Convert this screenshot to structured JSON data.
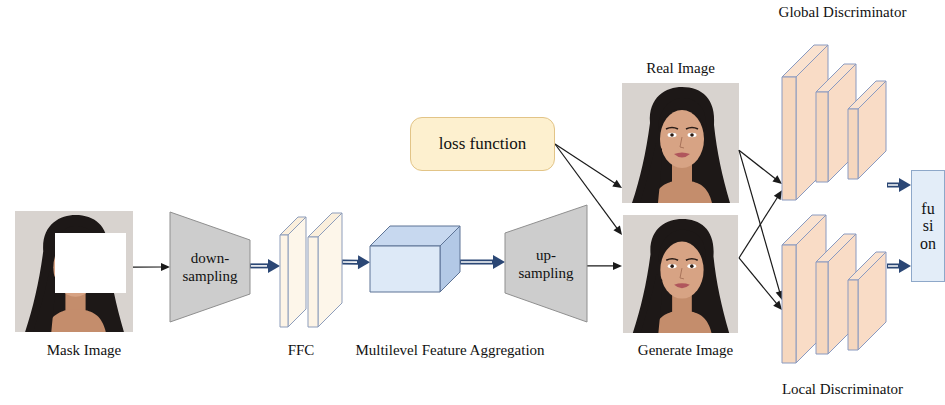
{
  "diagram": {
    "nodes": [
      {
        "text": [
          "Mask Image"
        ]
      },
      {
        "text": [
          "down- sampling"
        ]
      },
      {
        "text": [
          "FFC"
        ]
      },
      {
        "text": [
          "Multilevel Feature Aggregation"
        ]
      },
      {
        "text": [
          "up- sampling"
        ]
      },
      {
        "text": [
          "loss function"
        ]
      },
      {
        "text": [
          "Real Image"
        ]
      },
      {
        "text": [
          "Generate Image"
        ]
      },
      {
        "text": [
          "Global Discriminator"
        ]
      },
      {
        "text": [
          "Local Discriminator"
        ]
      },
      {
        "text": [
          "fusion"
        ]
      }
    ],
    "edges": [
      {
        "from": 0,
        "to": 1,
        "arrow": "to"
      },
      {
        "from": 1,
        "to": 2,
        "arrow": "to"
      },
      {
        "from": 2,
        "to": 3,
        "arrow": "to"
      },
      {
        "from": 3,
        "to": 4,
        "arrow": "to"
      },
      {
        "from": 4,
        "to": 7,
        "arrow": "to"
      },
      {
        "from": 5,
        "to": 6,
        "arrow": "to"
      },
      {
        "from": 5,
        "to": 7,
        "arrow": "to"
      },
      {
        "from": 6,
        "to": 8,
        "arrow": "to"
      },
      {
        "from": 6,
        "to": 9,
        "arrow": "to"
      },
      {
        "from": 7,
        "to": 8,
        "arrow": "to"
      },
      {
        "from": 7,
        "to": 9,
        "arrow": "to"
      },
      {
        "from": 8,
        "to": 10,
        "arrow": "to"
      },
      {
        "from": 9,
        "to": 10,
        "arrow": "to"
      }
    ]
  }
}
